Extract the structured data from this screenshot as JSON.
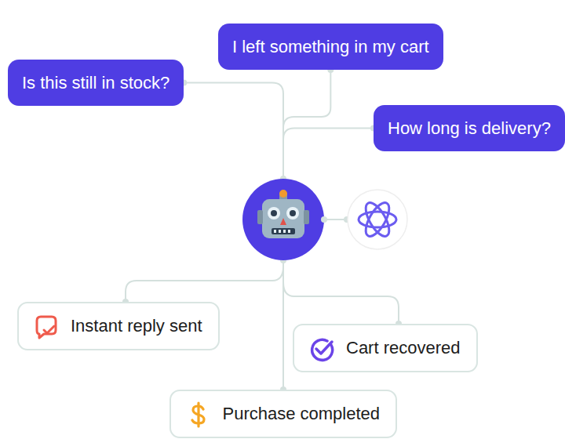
{
  "diagram": {
    "nodes": [
      {
        "text": [
          "I left something in my cart"
        ]
      },
      {
        "text": [
          "Is this still in stock?"
        ]
      },
      {
        "text": [
          "How long is delivery?"
        ]
      },
      {
        "text": [
          "Instant reply sent"
        ]
      },
      {
        "text": [
          "Cart recovered"
        ]
      },
      {
        "text": [
          "Purchase completed"
        ]
      }
    ]
  }
}
